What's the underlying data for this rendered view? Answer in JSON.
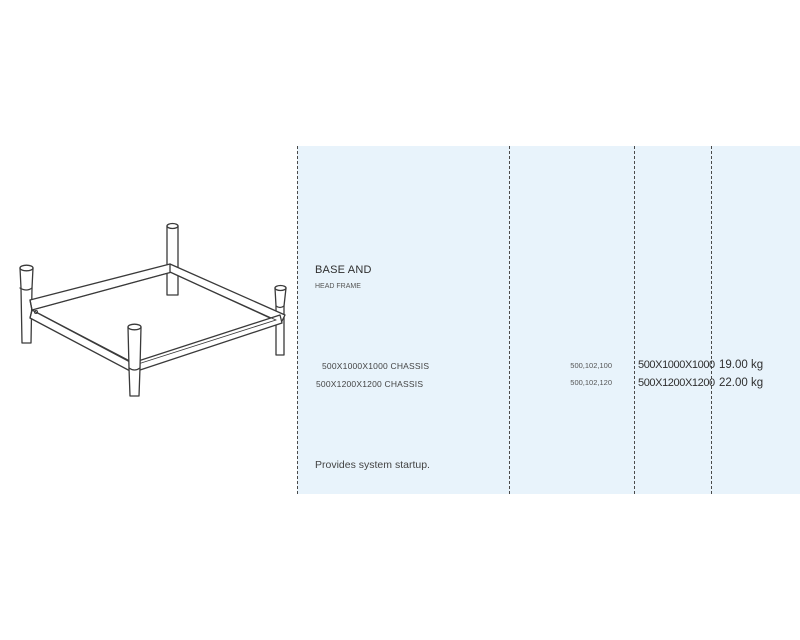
{
  "product": {
    "title": "BASE AND",
    "subtitle": "HEAD FRAME",
    "description": "Provides system startup."
  },
  "rows": [
    {
      "name": "500X1000X1000 CHASSIS",
      "code": "500,102,100",
      "dimensions": "500X1000X1000",
      "weight": "19.00 kg"
    },
    {
      "name": "500X1200X1200 CHASSIS",
      "code": "500,102,120",
      "dimensions": "500X1200X1200",
      "weight": "22.00 kg"
    }
  ],
  "colors": {
    "panel_background": "#e8f3fb",
    "line": "#4a4a4a"
  },
  "icons": {
    "illustration": "frame-chassis-drawing"
  }
}
